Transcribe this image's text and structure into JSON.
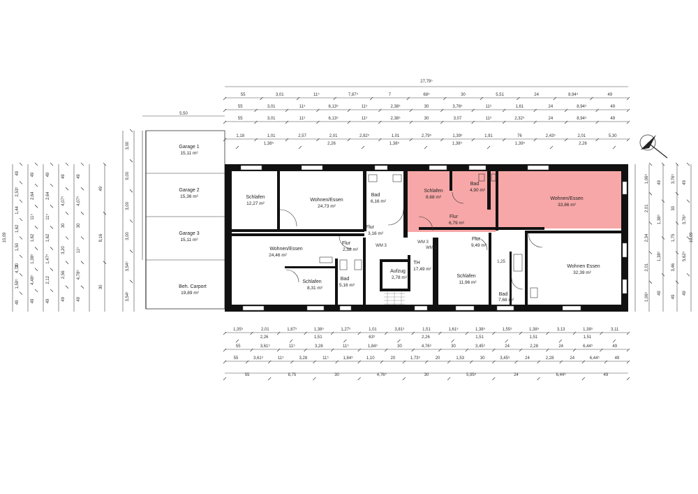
{
  "rooms": [
    {
      "id": "schlafen-left",
      "name": "Schlafen",
      "area": "12,27 m²"
    },
    {
      "id": "wohnen-left",
      "name": "Wohnen/Essen",
      "area": "24,73 m²"
    },
    {
      "id": "bad-top",
      "name": "Bad",
      "area": "6,16 m²"
    },
    {
      "id": "schlafen-pink",
      "name": "Schlafen",
      "area": "8,68 m²"
    },
    {
      "id": "bad-pink",
      "name": "Bad",
      "area": "4,90 m²"
    },
    {
      "id": "wohnen-pink",
      "name": "Wohnen/Essen",
      "area": "33,86 m²"
    },
    {
      "id": "flur-pink",
      "name": "Flur",
      "area": "6,79 m²"
    },
    {
      "id": "flur-top",
      "name": "Flur",
      "area": "3,16 m²"
    },
    {
      "id": "wohnen-lower-left",
      "name": "Wohnen/Essen",
      "area": "24,46 m²"
    },
    {
      "id": "flur-lower-left",
      "name": "Flur",
      "area": "2,58 m²"
    },
    {
      "id": "schlafen-lower-left",
      "name": "Schlafen",
      "area": "8,31 m²"
    },
    {
      "id": "bad-lower-left",
      "name": "Bad",
      "area": "5,16 m²"
    },
    {
      "id": "aufzug",
      "name": "Aufzug",
      "area": "2,78 m²"
    },
    {
      "id": "th",
      "name": "TH",
      "area": "17,49 m²"
    },
    {
      "id": "flur-right",
      "name": "Flur",
      "area": "9,49 m²"
    },
    {
      "id": "schlafen-right",
      "name": "Schlafen",
      "area": "11,96 m²"
    },
    {
      "id": "bad-right",
      "name": "Bad",
      "area": "7,68 m²"
    },
    {
      "id": "wohnen-right",
      "name": "Wohnen Essen",
      "area": "32,39 m²"
    },
    {
      "id": "garage-1",
      "name": "Garage 1",
      "area": "15,11 m²"
    },
    {
      "id": "garage-2",
      "name": "Garage 2",
      "area": "15,36 m²"
    },
    {
      "id": "garage-3",
      "name": "Garage 3",
      "area": "15,11 m²"
    },
    {
      "id": "carport",
      "name": "Beh. Carport",
      "area": "19,89 m²"
    }
  ],
  "small_labels": {
    "wm1": "WM 3",
    "wm2": "WM 3",
    "wm3": "WM 1",
    "cl1": "1,25"
  },
  "top_dims": {
    "overall": "27,79⁵",
    "row1": [
      "55",
      "3,01",
      "11⁵",
      "7,87⁵",
      "7",
      "68⁵",
      "30",
      "5,51",
      "24",
      "8,94⁵",
      "49"
    ],
    "row2": [
      "55",
      "3,01",
      "11⁵",
      "6,13⁵",
      "11⁵",
      "2,38⁵",
      "30",
      "3,76⁵",
      "11⁵",
      "1,61",
      "24",
      "8,94⁵",
      "49"
    ],
    "row3": [
      "55",
      "3,01",
      "11⁵",
      "6,13⁵",
      "11⁵",
      "2,38⁵",
      "30",
      "3,07",
      "11⁵",
      "2,32⁵",
      "24",
      "8,94⁵",
      "49"
    ],
    "row4a": [
      "1,18",
      "1,01",
      "2,57",
      "2,01",
      "2,92⁵",
      "1,01",
      "2,79⁵",
      "1,39⁵",
      "1,91",
      "76",
      "2,43⁵",
      "2,01",
      "5,30"
    ],
    "row4b": [
      "1,38⁵",
      "2,26",
      "1,38⁵",
      "1,38⁵",
      "1,39⁵",
      "2,26"
    ],
    "garage_width": "5,50"
  },
  "bottom_dims": {
    "row1a": [
      "1,35⁵",
      "2,01",
      "1,87⁵",
      "1,38⁵",
      "1,27⁵",
      "1,01",
      "3,81⁵",
      "1,51",
      "1,61⁵",
      "1,38⁵",
      "1,55⁵",
      "1,38⁵",
      "3,13",
      "1,38⁵",
      "3,11"
    ],
    "row1b": [
      "2,26",
      "1,51",
      "63⁵",
      "2,26",
      "1,51",
      "1,51",
      "1,51"
    ],
    "row2": [
      "55",
      "3,61⁵",
      "11⁵",
      "3,28",
      "11⁵",
      "1,84⁵",
      "30",
      "4,76⁵",
      "30",
      "3,45⁵",
      "24",
      "2,28",
      "24",
      "6,44⁵",
      "49"
    ],
    "row3": [
      "55",
      "3,61⁵",
      "11⁵",
      "3,28",
      "11⁵",
      "1,84⁵",
      "1,10",
      "20",
      "1,73⁵",
      "20",
      "1,53",
      "30",
      "3,45⁵",
      "24",
      "2,28",
      "24",
      "6,44⁵",
      "49"
    ],
    "row4": [
      "55",
      "8,75",
      "30",
      "4,76⁵",
      "30",
      "5,95⁵",
      "24",
      "6,44⁵",
      "49"
    ]
  },
  "left_dims": {
    "outer": "10,09",
    "col_a": [
      "49",
      "2,53⁵",
      "1,44",
      "1,62",
      "1,50",
      "20",
      "1,59⁵",
      "49"
    ],
    "col_b": [
      "49",
      "2,64",
      "11⁵",
      "1,62",
      "1,38⁵",
      "4,48⁵",
      "49"
    ],
    "col_c": [
      "49",
      "2,64",
      "11⁵",
      "1,62",
      "1,47⁵",
      "2,12",
      "49"
    ],
    "col_d": [
      "49",
      "4,07⁵",
      "30",
      "3,20",
      "2,56",
      "49"
    ],
    "col_e": [
      "49",
      "4,07⁵",
      "30",
      "11⁵",
      "4,78⁵",
      "49"
    ],
    "col_f": [
      "49",
      "8,16",
      "30"
    ],
    "total_h": "4,72",
    "garage": [
      "3,00",
      "9,00",
      "3,00",
      "3,00",
      "3,54⁵",
      "3,54⁵"
    ]
  },
  "right_dims": {
    "outer": "10,09",
    "col_a": [
      "1,06⁵",
      "2,01",
      "2,34",
      "2,01",
      "1,06⁵"
    ],
    "col_b": [
      "49",
      "1,38⁵",
      "1,38⁵",
      "49"
    ],
    "col_c": [
      "3,76⁵",
      "30",
      "1,75",
      "3,46",
      "49"
    ],
    "col_d": [
      "49",
      "3,76⁵",
      "5,62⁵",
      "49"
    ]
  }
}
